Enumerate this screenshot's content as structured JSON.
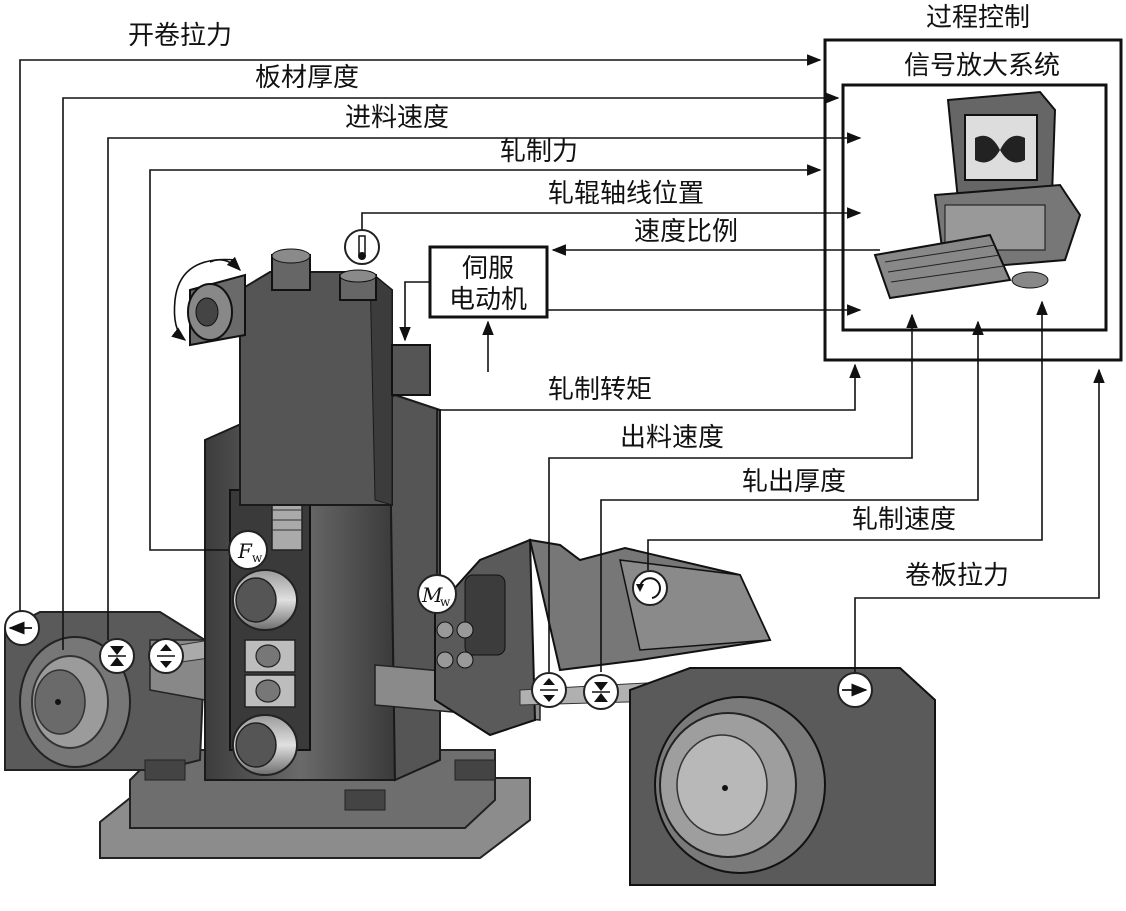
{
  "control": {
    "title": "过程控制",
    "subtitle": "信号放大系统"
  },
  "servo": {
    "line1": "伺服",
    "line2": "电动机"
  },
  "signals": {
    "uncoil_tension": "开卷拉力",
    "sheet_thickness": "板材厚度",
    "feed_speed": "进料速度",
    "rolling_force": "轧制力",
    "roll_axis_position": "轧辊轴线位置",
    "speed_ratio": "速度比例",
    "rolling_torque": "轧制转矩",
    "exit_speed": "出料速度",
    "exit_thickness": "轧出厚度",
    "rolling_speed": "轧制速度",
    "coil_tension": "卷板拉力"
  },
  "sensors": {
    "force_symbol": "F",
    "force_sub": "w",
    "torque_symbol": "M",
    "torque_sub": "w"
  },
  "colors": {
    "machine_dark": "#4a4a4a",
    "machine_mid": "#7a7a7a",
    "machine_light": "#b5b5b5",
    "line": "#111111"
  }
}
